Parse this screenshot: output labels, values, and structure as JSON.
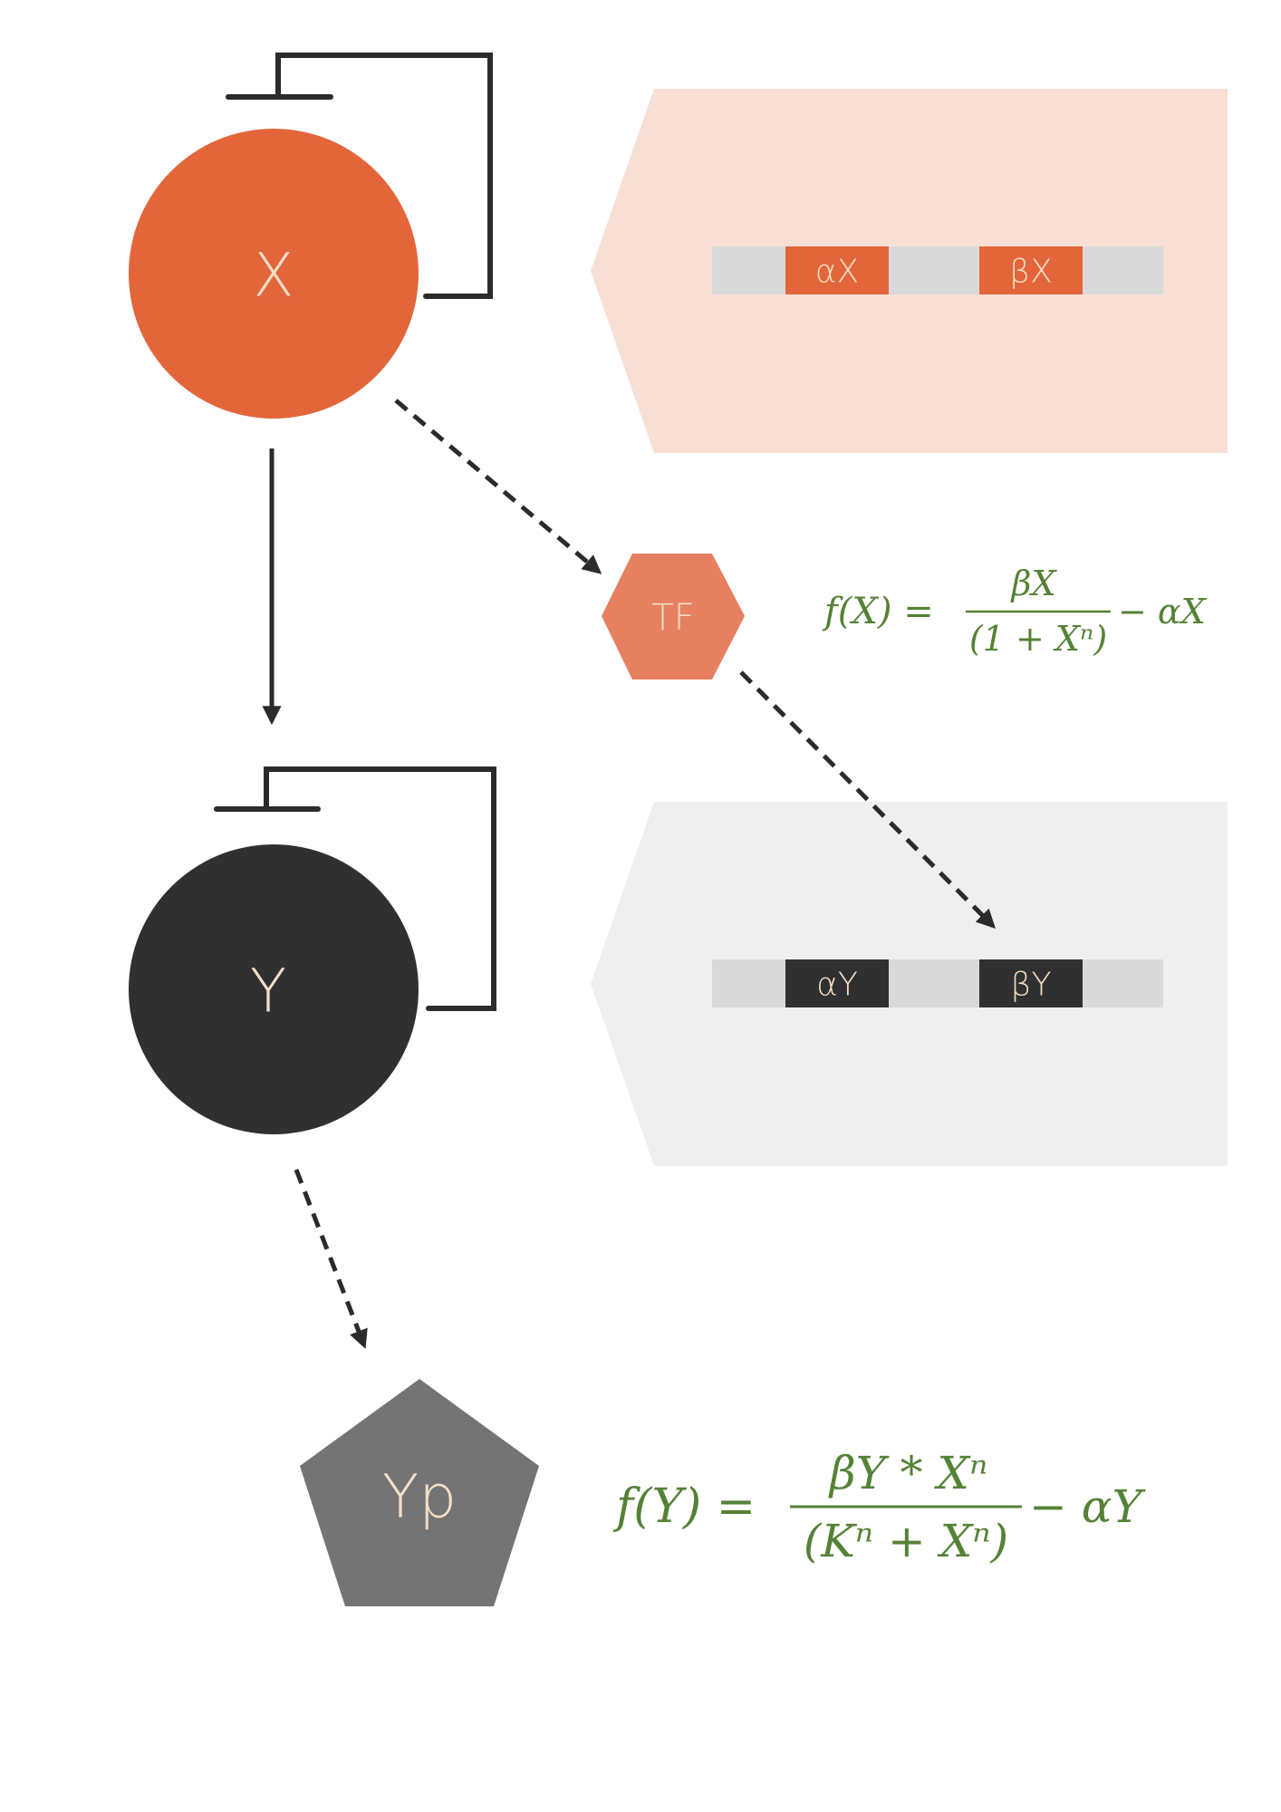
{
  "colors": {
    "x_node": "#E2663A",
    "y_node": "#303030",
    "tf_node": "#E68060",
    "yp_node": "#747474",
    "label_text": "#F4DEC5",
    "x_panel": "#F7DFD5",
    "y_panel": "#EFEFEF",
    "gene_track": "#D9D9D9",
    "arrow": "#2B2B2B",
    "equation": "#548235"
  },
  "nodes": {
    "x": {
      "label": "X",
      "shape": "circle"
    },
    "y": {
      "label": "Y",
      "shape": "circle"
    },
    "tf": {
      "label": "TF",
      "shape": "hexagon"
    },
    "yp": {
      "label": "Yp",
      "shape": "pentagon"
    }
  },
  "genes": {
    "x": {
      "alpha": "αX",
      "beta": "βX"
    },
    "y": {
      "alpha": "αY",
      "beta": "βY"
    }
  },
  "equations": {
    "fx": {
      "lhs": "f(X) =",
      "numerator": "βX",
      "denominator": "(1 + Xⁿ)",
      "tail": "− αX"
    },
    "fy": {
      "lhs": "f(Y) =",
      "numerator": "βY * Xⁿ",
      "denominator": "(Kⁿ + Xⁿ)",
      "tail": "− αY"
    }
  }
}
